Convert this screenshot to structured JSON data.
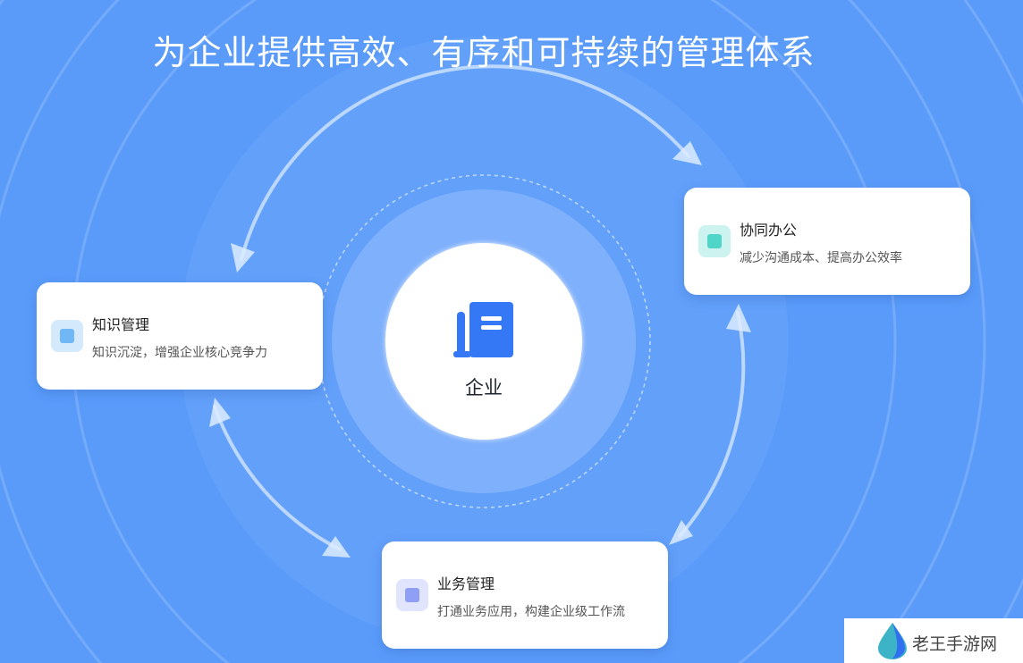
{
  "title": "为企业提供高效、有序和可持续的管理体系",
  "center": {
    "label": "企业",
    "icon": "book-icon"
  },
  "cards": [
    {
      "title": "知识管理",
      "desc": "知识沉淀，增强企业核心竞争力",
      "icon": "bookmark-icon",
      "color": "#6fb7f5"
    },
    {
      "title": "协同办公",
      "desc": "减少沟通成本、提高办公效率",
      "icon": "chat-icon",
      "color": "#4fd6c8"
    },
    {
      "title": "业务管理",
      "desc": "打通业务应用，构建企业级工作流",
      "icon": "document-icon",
      "color": "#8f9ff5"
    }
  ],
  "watermark": {
    "text": "老王手游网"
  },
  "colors": {
    "background": "#5a9bfa",
    "accent": "#3478f6"
  }
}
